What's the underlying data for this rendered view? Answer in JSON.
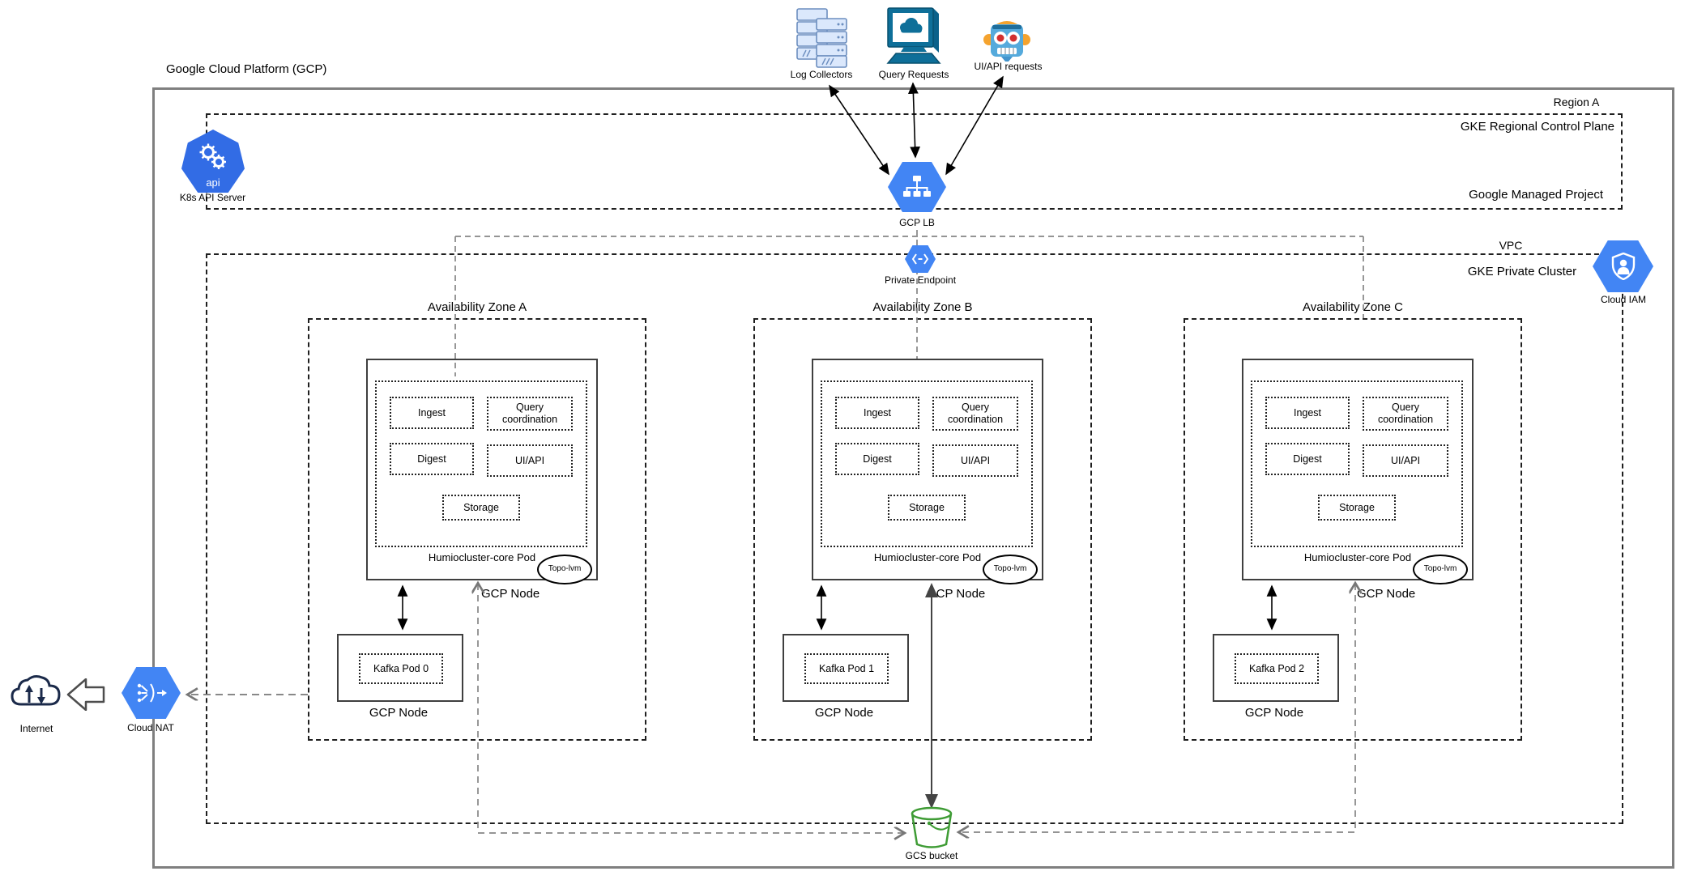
{
  "title": "Google Cloud Platform (GCP)",
  "external": {
    "log_collectors": "Log Collectors",
    "query_requests": "Query Requests",
    "ui_api_requests": "UI/API requests",
    "internet": "Internet"
  },
  "region": {
    "label": "Region A",
    "control_plane_label": "GKE Regional Control Plane",
    "managed_project_label": "Google Managed Project",
    "k8s_api_server_label": "K8s API Server",
    "k8s_icon_text": "api"
  },
  "load_balancer": {
    "label": "GCP LB"
  },
  "private_endpoint": {
    "label": "Private Endpoint"
  },
  "cloud_iam": {
    "label": "Cloud IAM"
  },
  "cloud_nat": {
    "label": "Cloud NAT"
  },
  "vpc": {
    "label": "VPC",
    "cluster_label": "GKE Private Cluster"
  },
  "zones": [
    {
      "label": "Availability Zone A",
      "pod": {
        "components": [
          "Ingest",
          "Query coordination",
          "Digest",
          "UI/API",
          "Storage"
        ],
        "label": "Humiocluster-core Pod",
        "badge": "Topo-lvm"
      },
      "node_label": "GCP Node",
      "kafka": {
        "pod_label": "Kafka Pod 0",
        "node_label": "GCP Node"
      }
    },
    {
      "label": "Availability Zone B",
      "pod": {
        "components": [
          "Ingest",
          "Query coordination",
          "Digest",
          "UI/API",
          "Storage"
        ],
        "label": "Humiocluster-core Pod",
        "badge": "Topo-lvm"
      },
      "node_label": "GCP Node",
      "kafka": {
        "pod_label": "Kafka Pod 1",
        "node_label": "GCP Node"
      }
    },
    {
      "label": "Availability Zone C",
      "pod": {
        "components": [
          "Ingest",
          "Query coordination",
          "Digest",
          "UI/API",
          "Storage"
        ],
        "label": "Humiocluster-core Pod",
        "badge": "Topo-lvm"
      },
      "node_label": "GCP Node",
      "kafka": {
        "pod_label": "Kafka Pod 2",
        "node_label": "GCP Node"
      }
    }
  ],
  "storage": {
    "gcs_bucket_label": "GCS bucket"
  },
  "icons": {
    "log_collectors": "server-stack-icon",
    "query_requests": "monitor-cloud-icon",
    "ui_api_requests": "robot-icon",
    "k8s_api_server": "kubernetes-heptagon-icon",
    "gcp_lb": "load-balancer-hexagon-icon",
    "private_endpoint": "endpoint-hexagon-icon",
    "cloud_iam": "shield-user-hexagon-icon",
    "cloud_nat": "nat-hexagon-icon",
    "internet": "cloud-arrows-icon",
    "gcs_bucket": "bucket-icon",
    "flow_arrow": "left-block-arrow-icon"
  },
  "colors": {
    "google_blue": "#4285F4",
    "k8s_blue": "#326CE5",
    "gcs_green": "#3F9C35",
    "steel_blue_icon": "#0E6F99",
    "light_icon_fill": "#DBE8FC",
    "light_icon_stroke": "#6C8EBF",
    "robot_blue": "#55AADC",
    "robot_orange": "#F5A32E",
    "robot_red": "#D22F2F",
    "connector_gray": "#808080",
    "border_gray": "#7F7F7F"
  }
}
